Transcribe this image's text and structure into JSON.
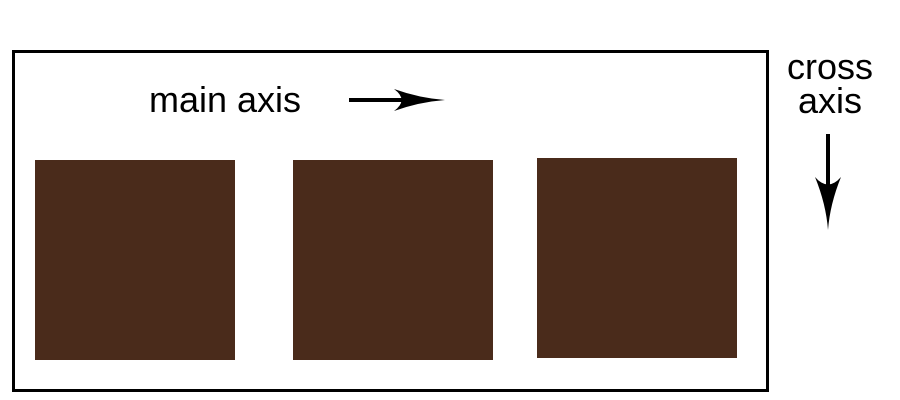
{
  "labels": {
    "main_axis": "main axis",
    "cross_axis_line1": "cross",
    "cross_axis_line2": "axis"
  },
  "colors": {
    "item_fill": "#4a2b1b",
    "border": "#000000",
    "background": "#ffffff",
    "text": "#000000"
  },
  "icons": {
    "main_axis_arrow": "arrow-right-icon",
    "cross_axis_arrow": "arrow-down-icon"
  },
  "items": [
    {
      "name": "flex-item-1"
    },
    {
      "name": "flex-item-2"
    },
    {
      "name": "flex-item-3"
    }
  ]
}
